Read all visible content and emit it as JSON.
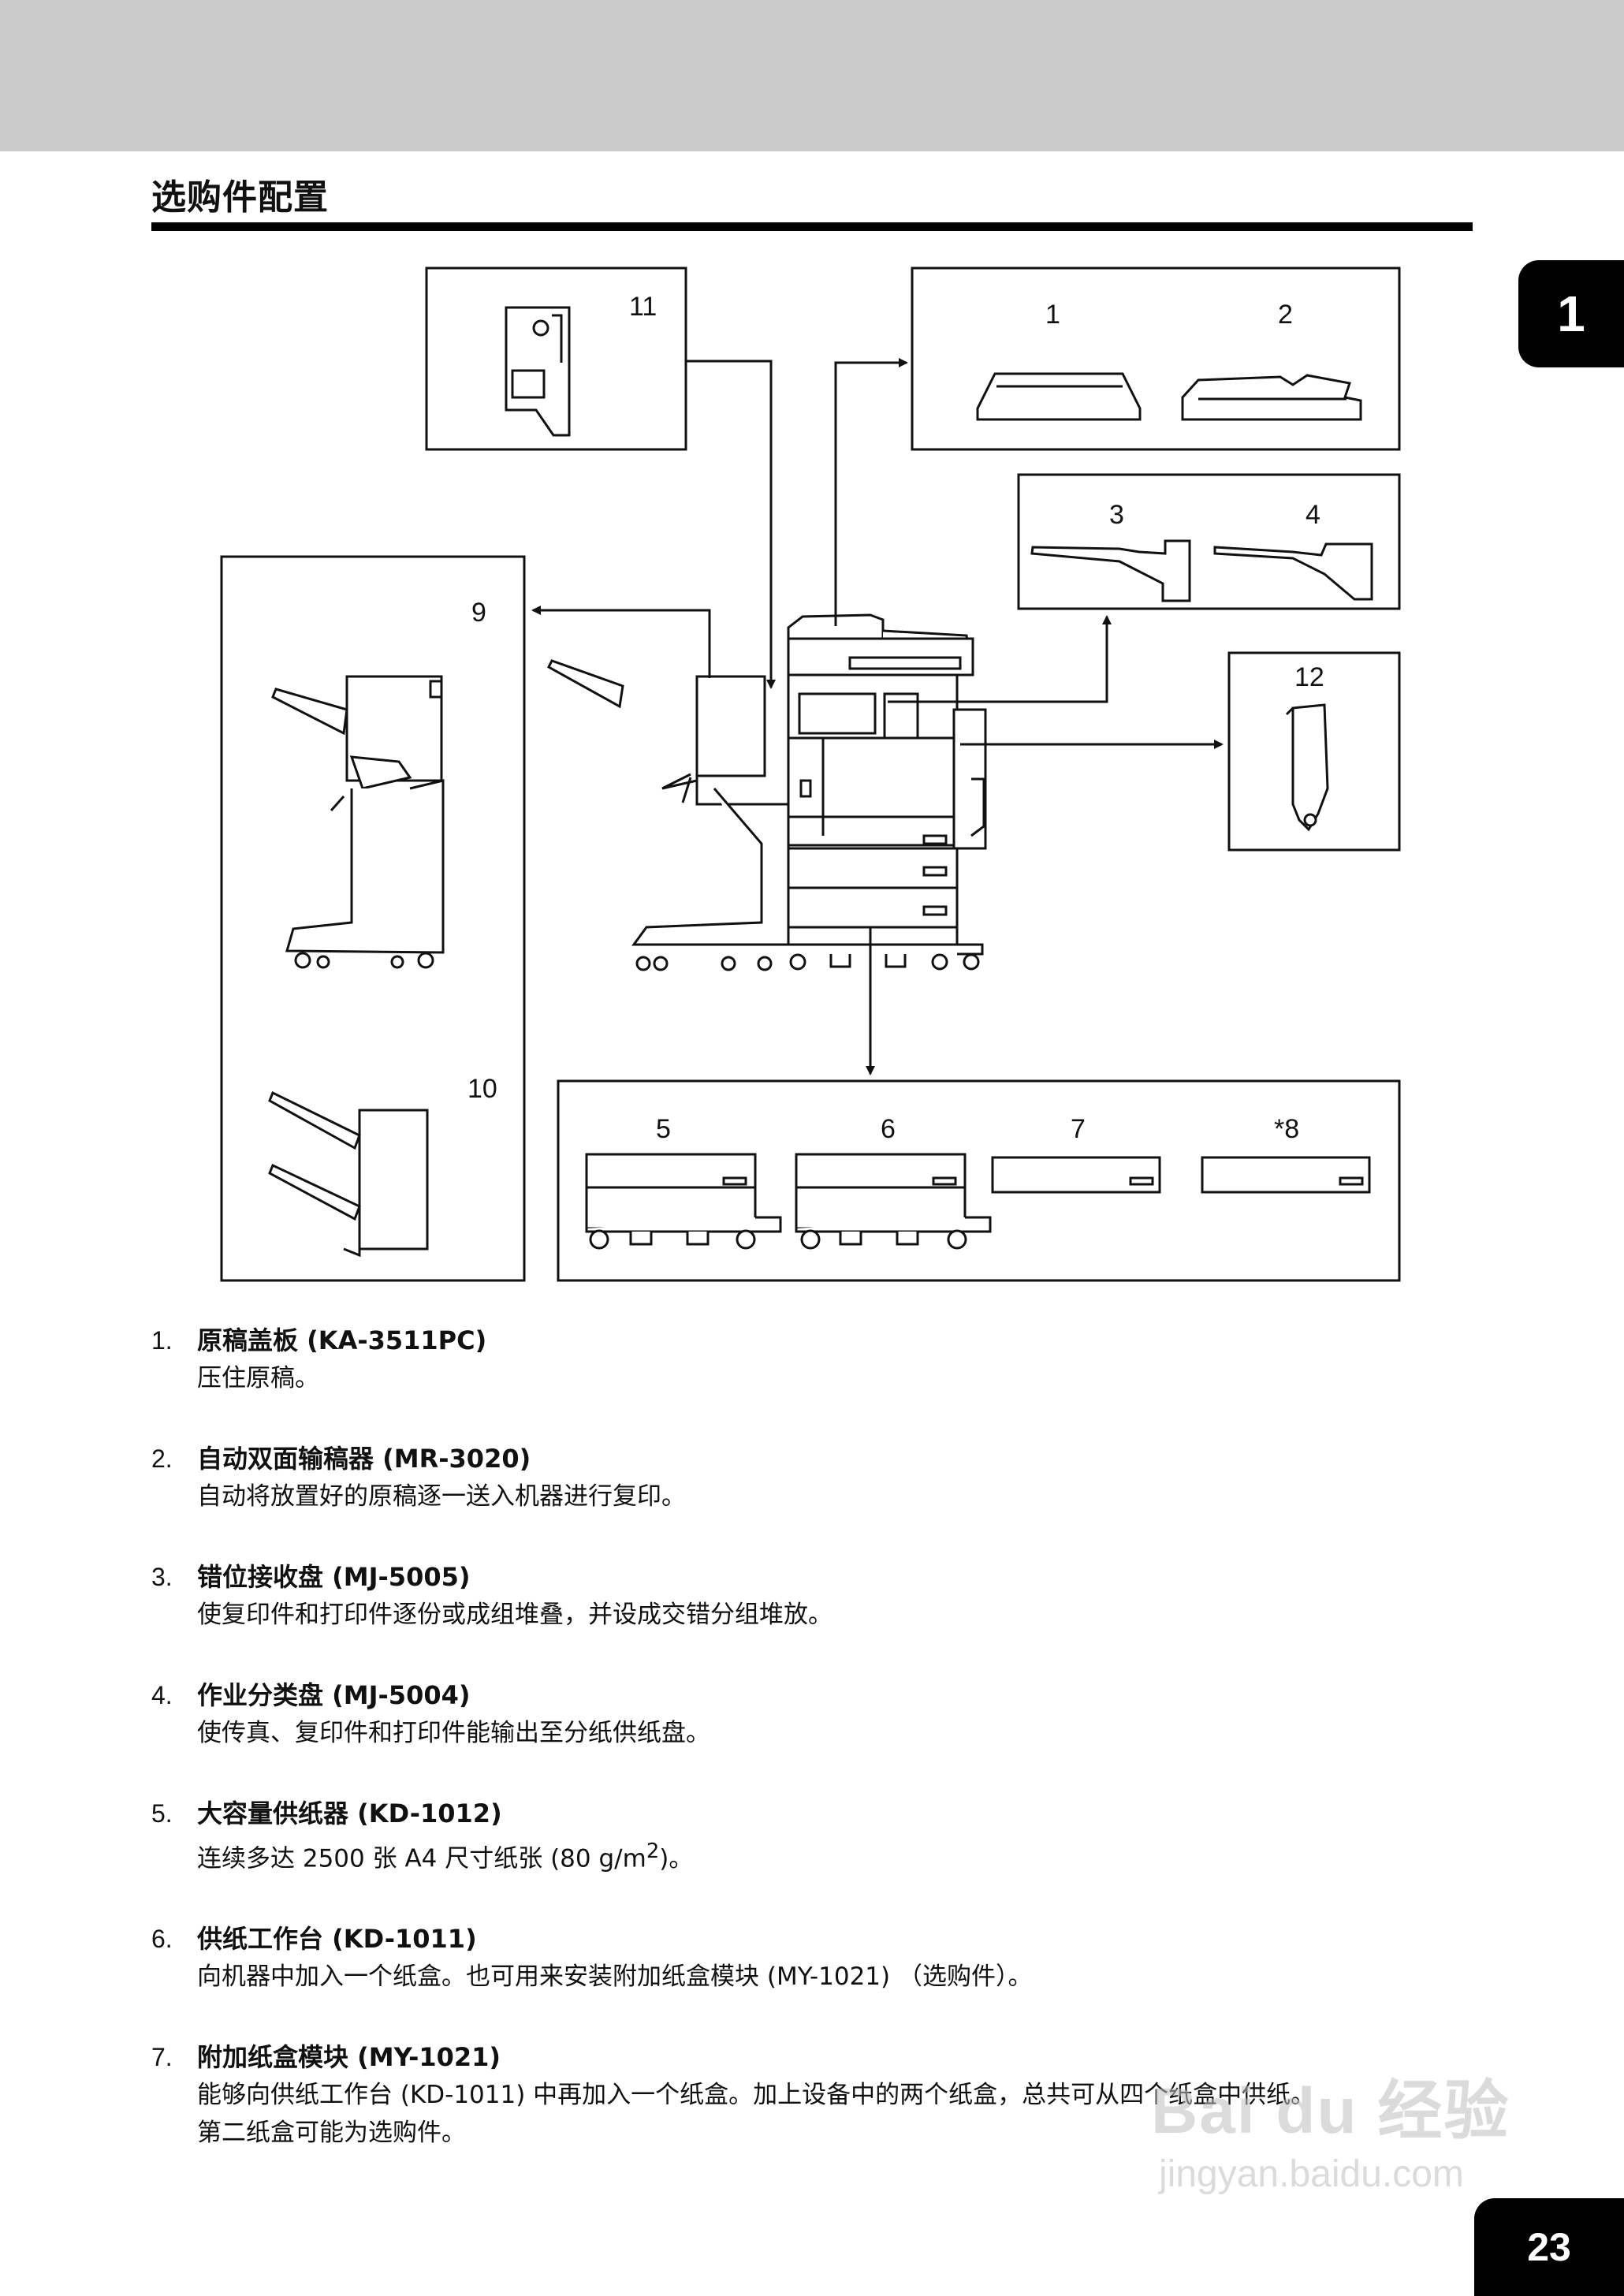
{
  "header": {
    "section_title": "选购件配置"
  },
  "tabs": {
    "chapter": "1",
    "page_number": "23"
  },
  "diagram": {
    "labels": {
      "l1": "1",
      "l2": "2",
      "l3": "3",
      "l4": "4",
      "l5": "5",
      "l6": "6",
      "l7": "7",
      "l8": "*8",
      "l9": "9",
      "l10": "10",
      "l11": "11",
      "l12": "12"
    }
  },
  "items": [
    {
      "num": "1.",
      "title": "原稿盖板 (KA-3511PC)",
      "desc": [
        "压住原稿。"
      ]
    },
    {
      "num": "2.",
      "title": "自动双面输稿器 (MR-3020)",
      "desc": [
        "自动将放置好的原稿逐一送入机器进行复印。"
      ]
    },
    {
      "num": "3.",
      "title": "错位接收盘 (MJ-5005)",
      "desc": [
        "使复印件和打印件逐份或成组堆叠，并设成交错分组堆放。"
      ]
    },
    {
      "num": "4.",
      "title": "作业分类盘 (MJ-5004)",
      "desc": [
        "使传真、复印件和打印件能输出至分纸供纸盘。"
      ]
    },
    {
      "num": "5.",
      "title": "大容量供纸器 (KD-1012)",
      "desc_before": "连续多达 2500 张 A4 尺寸纸张 (80 g/m",
      "desc_sup": "2",
      "desc_after": ")。"
    },
    {
      "num": "6.",
      "title": "供纸工作台 (KD-1011)",
      "desc": [
        "向机器中加入一个纸盒。也可用来安装附加纸盒模块 (MY-1021) （选购件）。"
      ]
    },
    {
      "num": "7.",
      "title": "附加纸盒模块 (MY-1021)",
      "desc": [
        "能够向供纸工作台 (KD-1011) 中再加入一个纸盒。加上设备中的两个纸盒，总共可从四个纸盒中供纸。",
        "第二纸盒可能为选购件。"
      ]
    }
  ],
  "watermark": {
    "main": "Bai du 经验",
    "sub": "jingyan.baidu.com"
  }
}
